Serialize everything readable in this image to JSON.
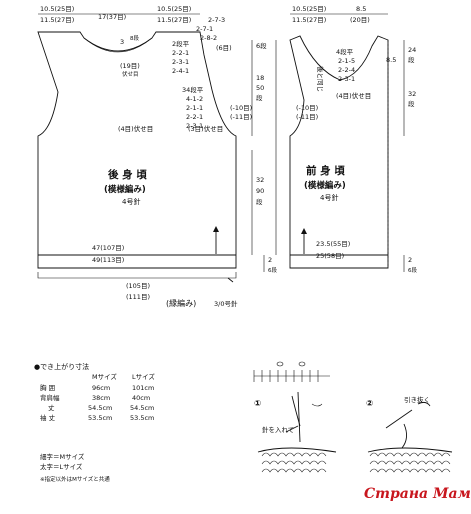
{
  "back": {
    "top_left_1": "10.5(25目)",
    "top_left_2": "11.5(27目)",
    "neck_width": "17(37目)",
    "top_right_1": "10.5(25目)",
    "top_right_2": "11.5(27目)",
    "neck_depth_3": "3",
    "neck_rows_8": "8段",
    "bind_19": "(19目)",
    "bind_off": "伏せ目",
    "neck_dec": [
      "2段平",
      "2-2-1",
      "2-3-1",
      "2-4-1"
    ],
    "shoulder_dec": [
      "2-7-3",
      "2-7-1",
      "2-8-2"
    ],
    "shoulder_6": "(6目)",
    "armhole_dec": [
      "34段平",
      "4-1-2",
      "2-1-1",
      "2-2-1",
      "2-3-1"
    ],
    "armhole_stitches": "(4目)伏せ目",
    "armhole_stitches_3": "(3目)伏せ目",
    "side_dec_a": "(-10目)",
    "side_dec_b": "(-11目)",
    "armhole_18": "18",
    "armhole_50": "50",
    "armhole_dan": "段",
    "shoulder_rows_6": "6段",
    "title": "後 身 頃",
    "pattern": "(模様編み)",
    "needle": "4号針",
    "length_32": "32",
    "length_90": "90",
    "length_dan": "段",
    "hem_47": "47(107目)",
    "hem_49": "49(113目)",
    "border_2": "2",
    "border_6": "6段"
  },
  "front": {
    "top_1": "10.5(25目)",
    "top_2": "11.5(27目)",
    "top_85": "8.5",
    "top_20": "(20目)",
    "neck_dec": [
      "4段平",
      "2-1-5",
      "2-2-4",
      "2-3-1"
    ],
    "neck_bind": "(4目)伏せ目",
    "same_as_back": "後と同じ",
    "neck_85": "8.5",
    "neck_24": "24",
    "neck_dan": "段",
    "side_32": "32",
    "side_dan": "段",
    "side_dec_a": "(-10目)",
    "side_dec_b": "(-11目)",
    "title": "前 身 頃",
    "pattern": "(模様編み)",
    "needle": "4号針",
    "hem_235": "23.5(55目)",
    "hem_25": "25(58目)",
    "border_2": "2",
    "border_6": "6段"
  },
  "border": {
    "total_1": "(105目)",
    "total_2": "(111目)",
    "label": "(縁編み)",
    "hook": "3/0号針"
  },
  "measurements": {
    "heading": "●でき上がり寸法",
    "header_m": "Mサイズ",
    "header_l": "Lサイズ",
    "rows": [
      {
        "label": "胸 囲",
        "m": "96cm",
        "l": "101cm"
      },
      {
        "label": "背肩幅",
        "m": "38cm",
        "l": "40cm"
      },
      {
        "label": "丈",
        "m": "54.5cm",
        "l": "54.5cm"
      },
      {
        "label": "袖 丈",
        "m": "53.5cm",
        "l": "53.5cm"
      }
    ],
    "note_m": "細字＝Mサイズ",
    "note_l": "太字＝Lサイズ",
    "note_common": "※指定以外はMサイズと共通"
  },
  "technique": {
    "step_1": "①",
    "step_1_note": "針を入れて",
    "step_2": "②",
    "step_2_note": "引き抜く"
  },
  "watermark": "Страна Мам"
}
